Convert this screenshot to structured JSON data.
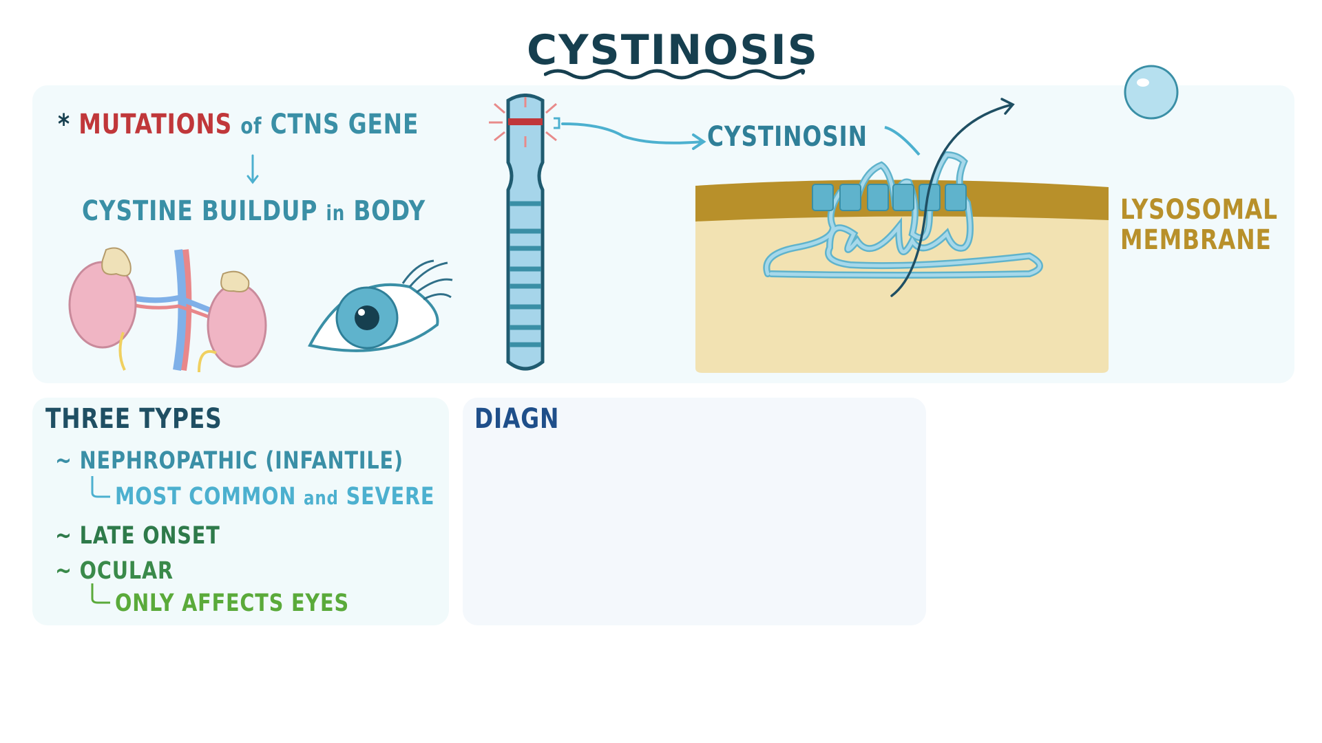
{
  "title": "CYSTINOSIS",
  "top": {
    "asterisk": "*",
    "mutations": "MUTATIONS",
    "of": "of",
    "gene": "CTNS GENE",
    "buildup": "CYSTINE BUILDUP",
    "in": "in",
    "body": "BODY",
    "protein": "CYSTINOSIN",
    "membrane_line1": "LYSOSOMAL",
    "membrane_line2": "MEMBRANE"
  },
  "types": {
    "heading": "THREE TYPES",
    "items": [
      {
        "tilde": "~",
        "label": "NEPHROPATHIC (INFANTILE)",
        "note_a": "MOST COMMON",
        "note_and": "and",
        "note_b": "SEVERE"
      },
      {
        "tilde": "~",
        "label": "LATE ONSET"
      },
      {
        "tilde": "~",
        "label": "OCULAR",
        "note": "ONLY AFFECTS EYES"
      }
    ]
  },
  "diagnosis": {
    "heading": "DIAGN"
  },
  "colors": {
    "dark": "#163f4f",
    "red": "#c0373a",
    "teal": "#3a8fa6",
    "blue": "#4cb0cf",
    "gold": "#b8902a",
    "green": "#3a8a4a",
    "lightgreen": "#5aaa3a"
  }
}
